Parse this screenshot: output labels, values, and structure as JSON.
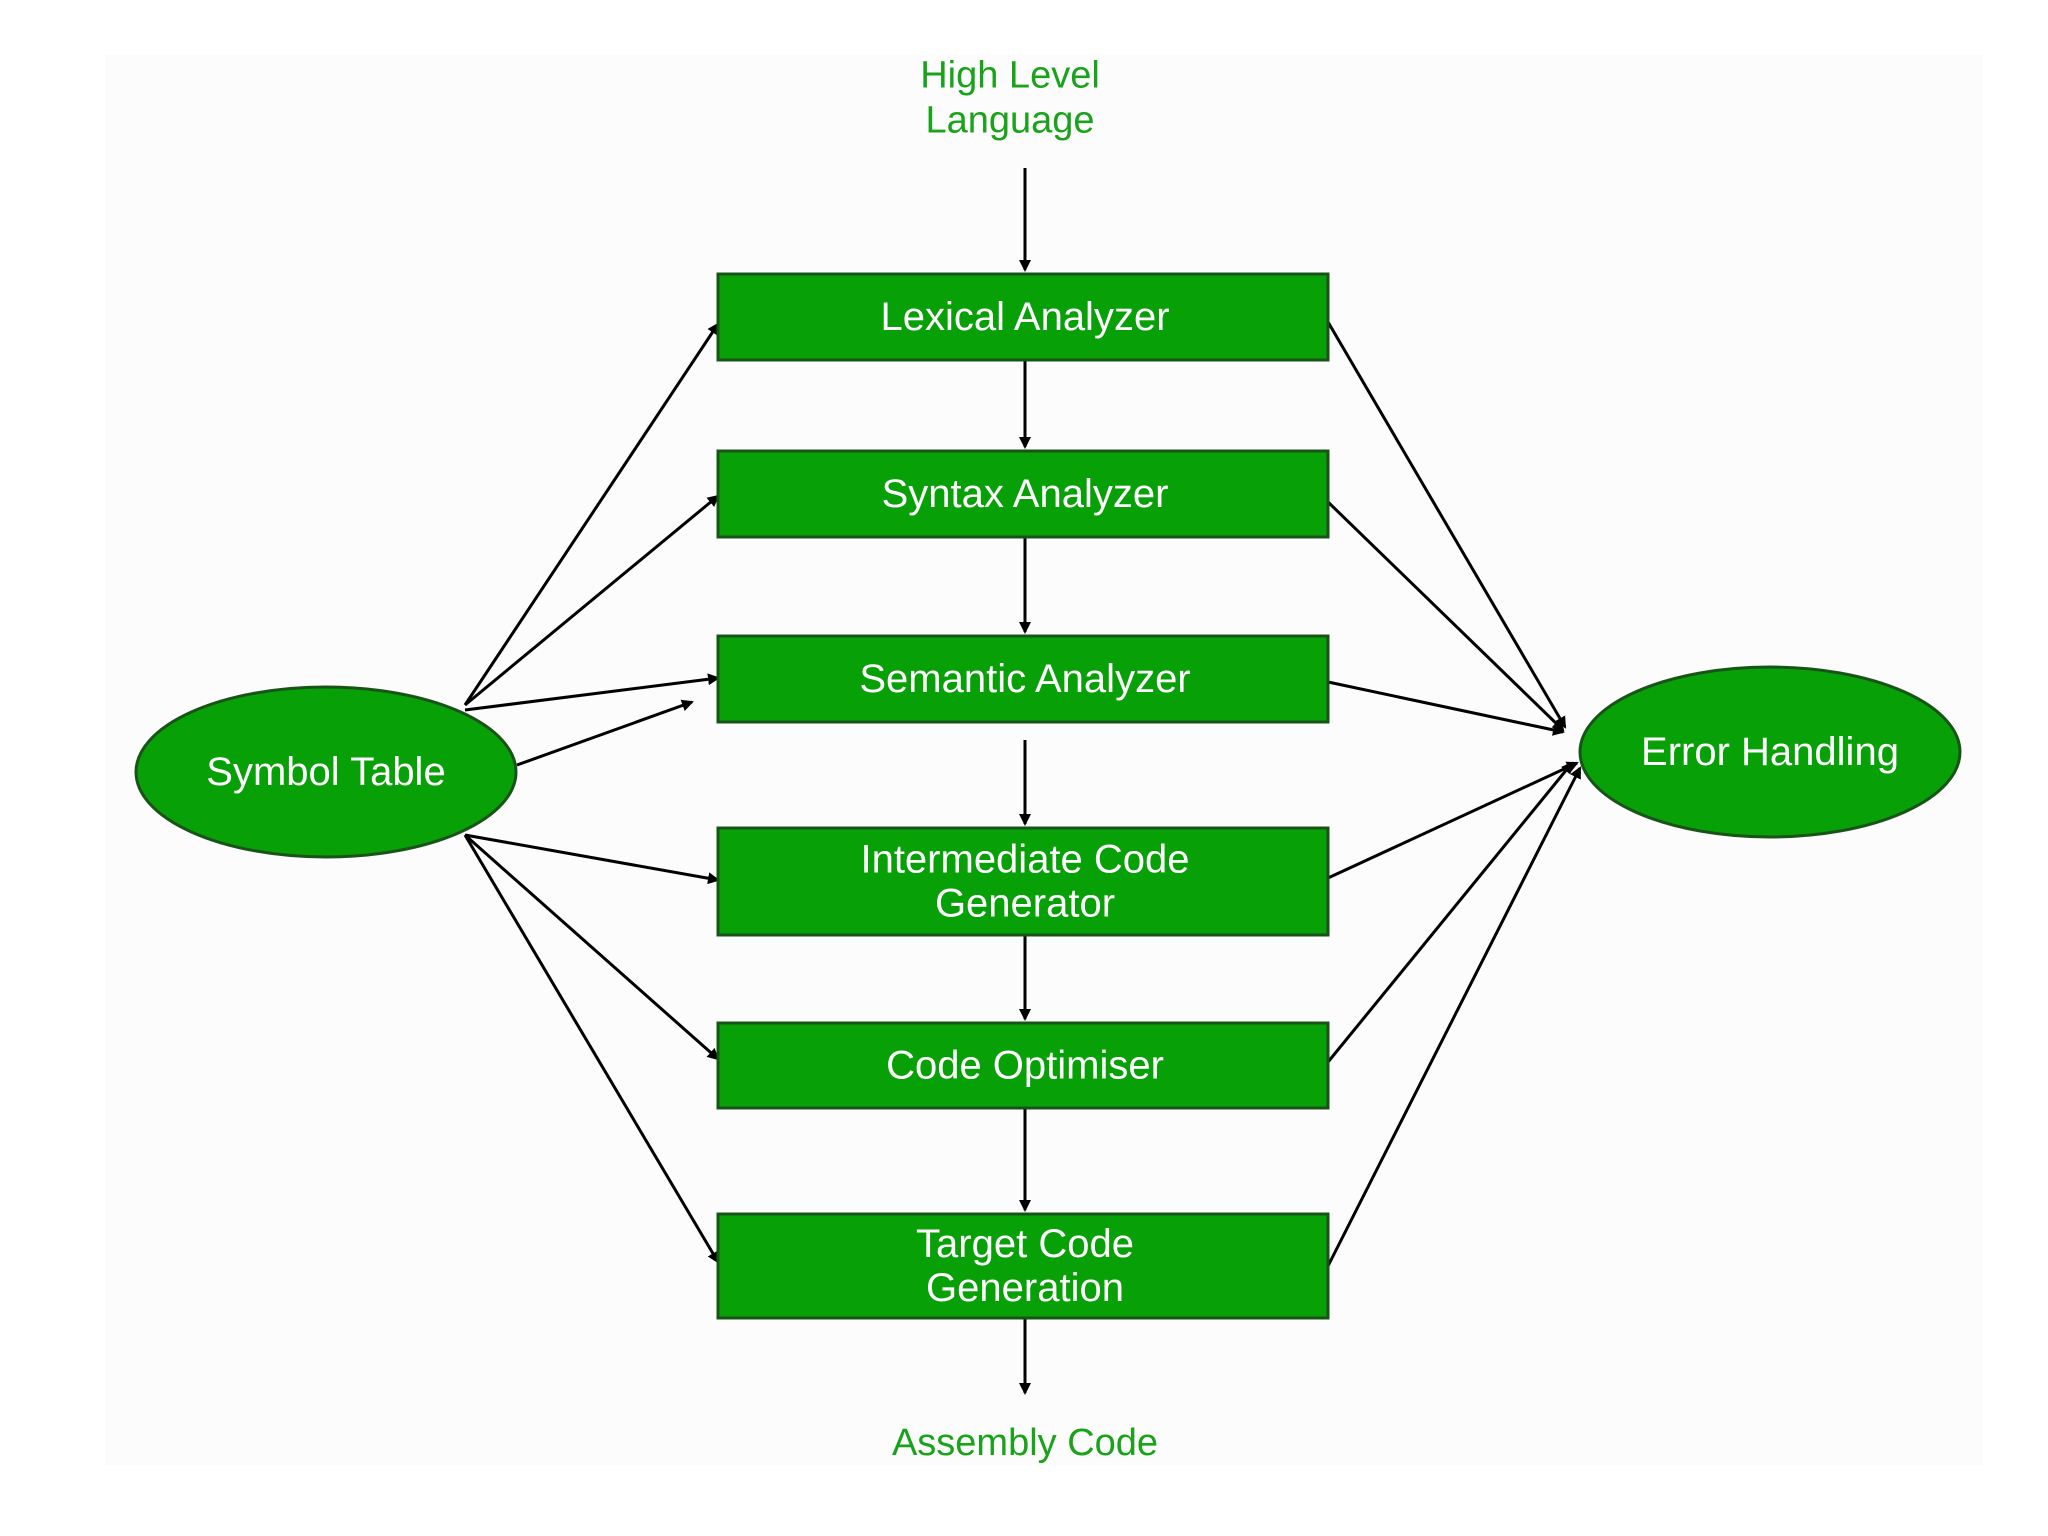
{
  "diagram": {
    "input_label": [
      "High Level",
      "Language"
    ],
    "output_label": [
      "Assembly Code"
    ],
    "phases": [
      {
        "id": "lexical",
        "lines": [
          "Lexical Analyzer"
        ]
      },
      {
        "id": "syntax",
        "lines": [
          "Syntax Analyzer"
        ]
      },
      {
        "id": "semantic",
        "lines": [
          "Semantic Analyzer"
        ]
      },
      {
        "id": "intermediate",
        "lines": [
          "Intermediate Code",
          "Generator"
        ]
      },
      {
        "id": "optimiser",
        "lines": [
          "Code Optimiser"
        ]
      },
      {
        "id": "target",
        "lines": [
          "Target Code",
          "Generation"
        ]
      }
    ],
    "symbol_table": {
      "lines": [
        "Symbol Table"
      ]
    },
    "error_handling": {
      "lines": [
        "Error Handling"
      ]
    },
    "edges": {
      "flow": [
        "input->lexical",
        "lexical->syntax",
        "syntax->semantic",
        "semantic->intermediate",
        "intermediate->optimiser",
        "optimiser->target",
        "target->output"
      ],
      "symbol_table_to_phases": [
        "lexical",
        "syntax",
        "semantic",
        "semantic",
        "intermediate",
        "optimiser",
        "target"
      ],
      "phases_to_error_handling": [
        "lexical",
        "syntax",
        "semantic",
        "intermediate",
        "optimiser",
        "target"
      ]
    },
    "colors": {
      "node_fill": "#07a107",
      "node_stroke": "#185418",
      "node_text": "#ffffff",
      "io_text": "#1aa21a",
      "edge": "#000000"
    }
  }
}
